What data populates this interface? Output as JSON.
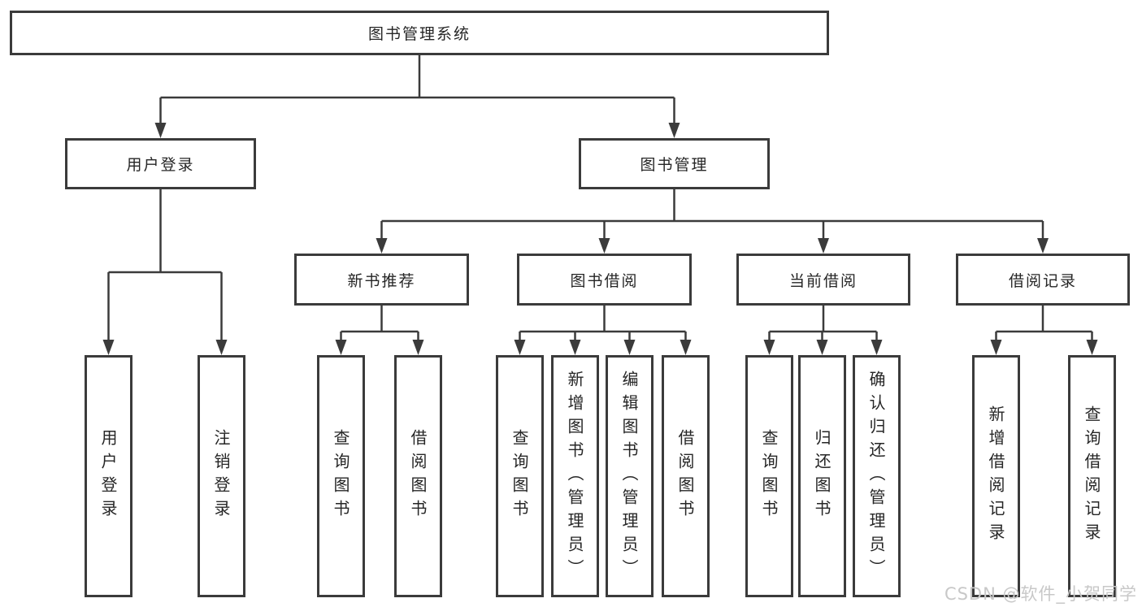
{
  "tree": {
    "label": "图书管理系统",
    "children": [
      {
        "label": "用户登录",
        "children": [
          {
            "label": "用户登录"
          },
          {
            "label": "注销登录"
          }
        ]
      },
      {
        "label": "图书管理",
        "children": [
          {
            "label": "新书推荐",
            "children": [
              {
                "label": "查询图书"
              },
              {
                "label": "借阅图书"
              }
            ]
          },
          {
            "label": "图书借阅",
            "children": [
              {
                "label": "查询图书"
              },
              {
                "label": "新增图书（管理员）"
              },
              {
                "label": "编辑图书（管理员）"
              },
              {
                "label": "借阅图书"
              }
            ]
          },
          {
            "label": "当前借阅",
            "children": [
              {
                "label": "查询图书"
              },
              {
                "label": "归还图书"
              },
              {
                "label": "确认归还（管理员）"
              }
            ]
          },
          {
            "label": "借阅记录",
            "children": [
              {
                "label": "新增借阅记录"
              },
              {
                "label": "查询借阅记录"
              }
            ]
          }
        ]
      }
    ]
  },
  "watermark": {
    "text": "CSDN @软件_小贺同学"
  },
  "colors": {
    "line": "#3b3b3b",
    "text": "#262626",
    "watermark": "#c8c8c8",
    "background": "#ffffff"
  }
}
